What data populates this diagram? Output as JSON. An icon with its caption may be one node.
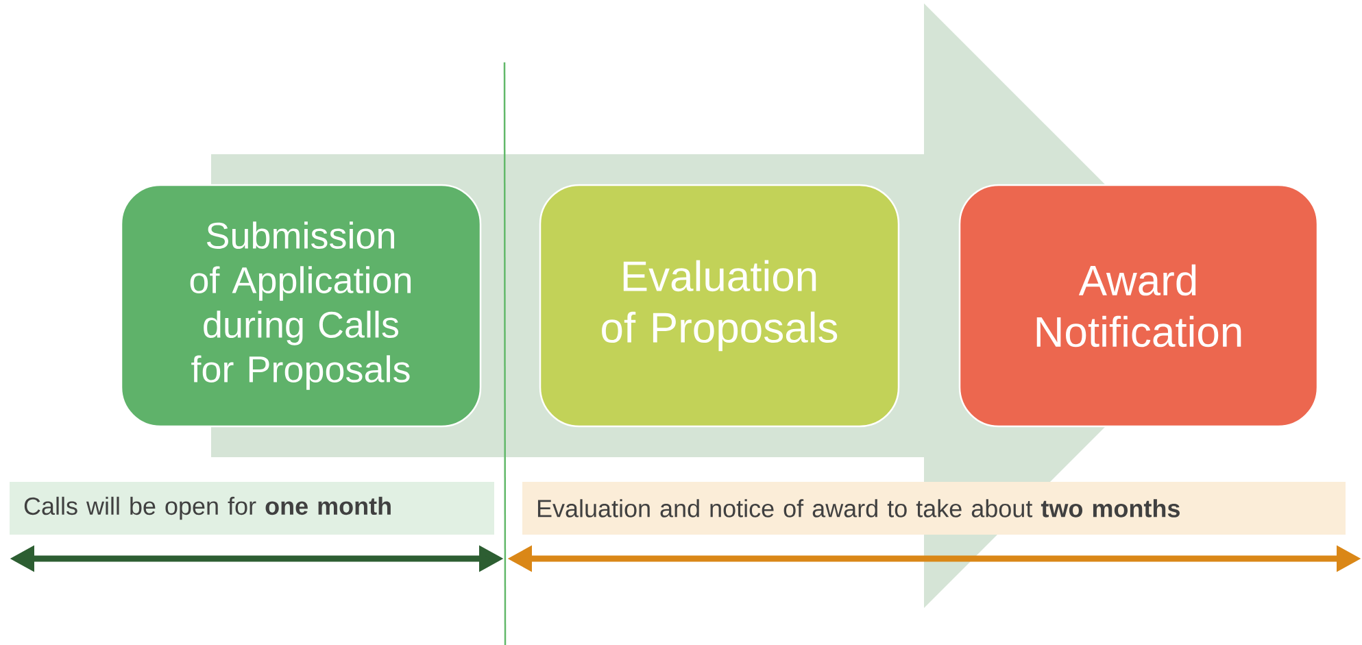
{
  "diagram": {
    "nodes": [
      {
        "text": [
          "Submission of Application during Calls for Proposals"
        ]
      },
      {
        "text": [
          "Evaluation of Proposals"
        ]
      },
      {
        "text": [
          "Award Notification"
        ]
      },
      {
        "text": [
          "Calls will be open for **one month**"
        ]
      },
      {
        "text": [
          "Evaluation and notice of award to take about **two months**"
        ]
      }
    ],
    "edges": [
      {
        "from": 0,
        "to": 2,
        "arrow": "to"
      }
    ]
  }
}
